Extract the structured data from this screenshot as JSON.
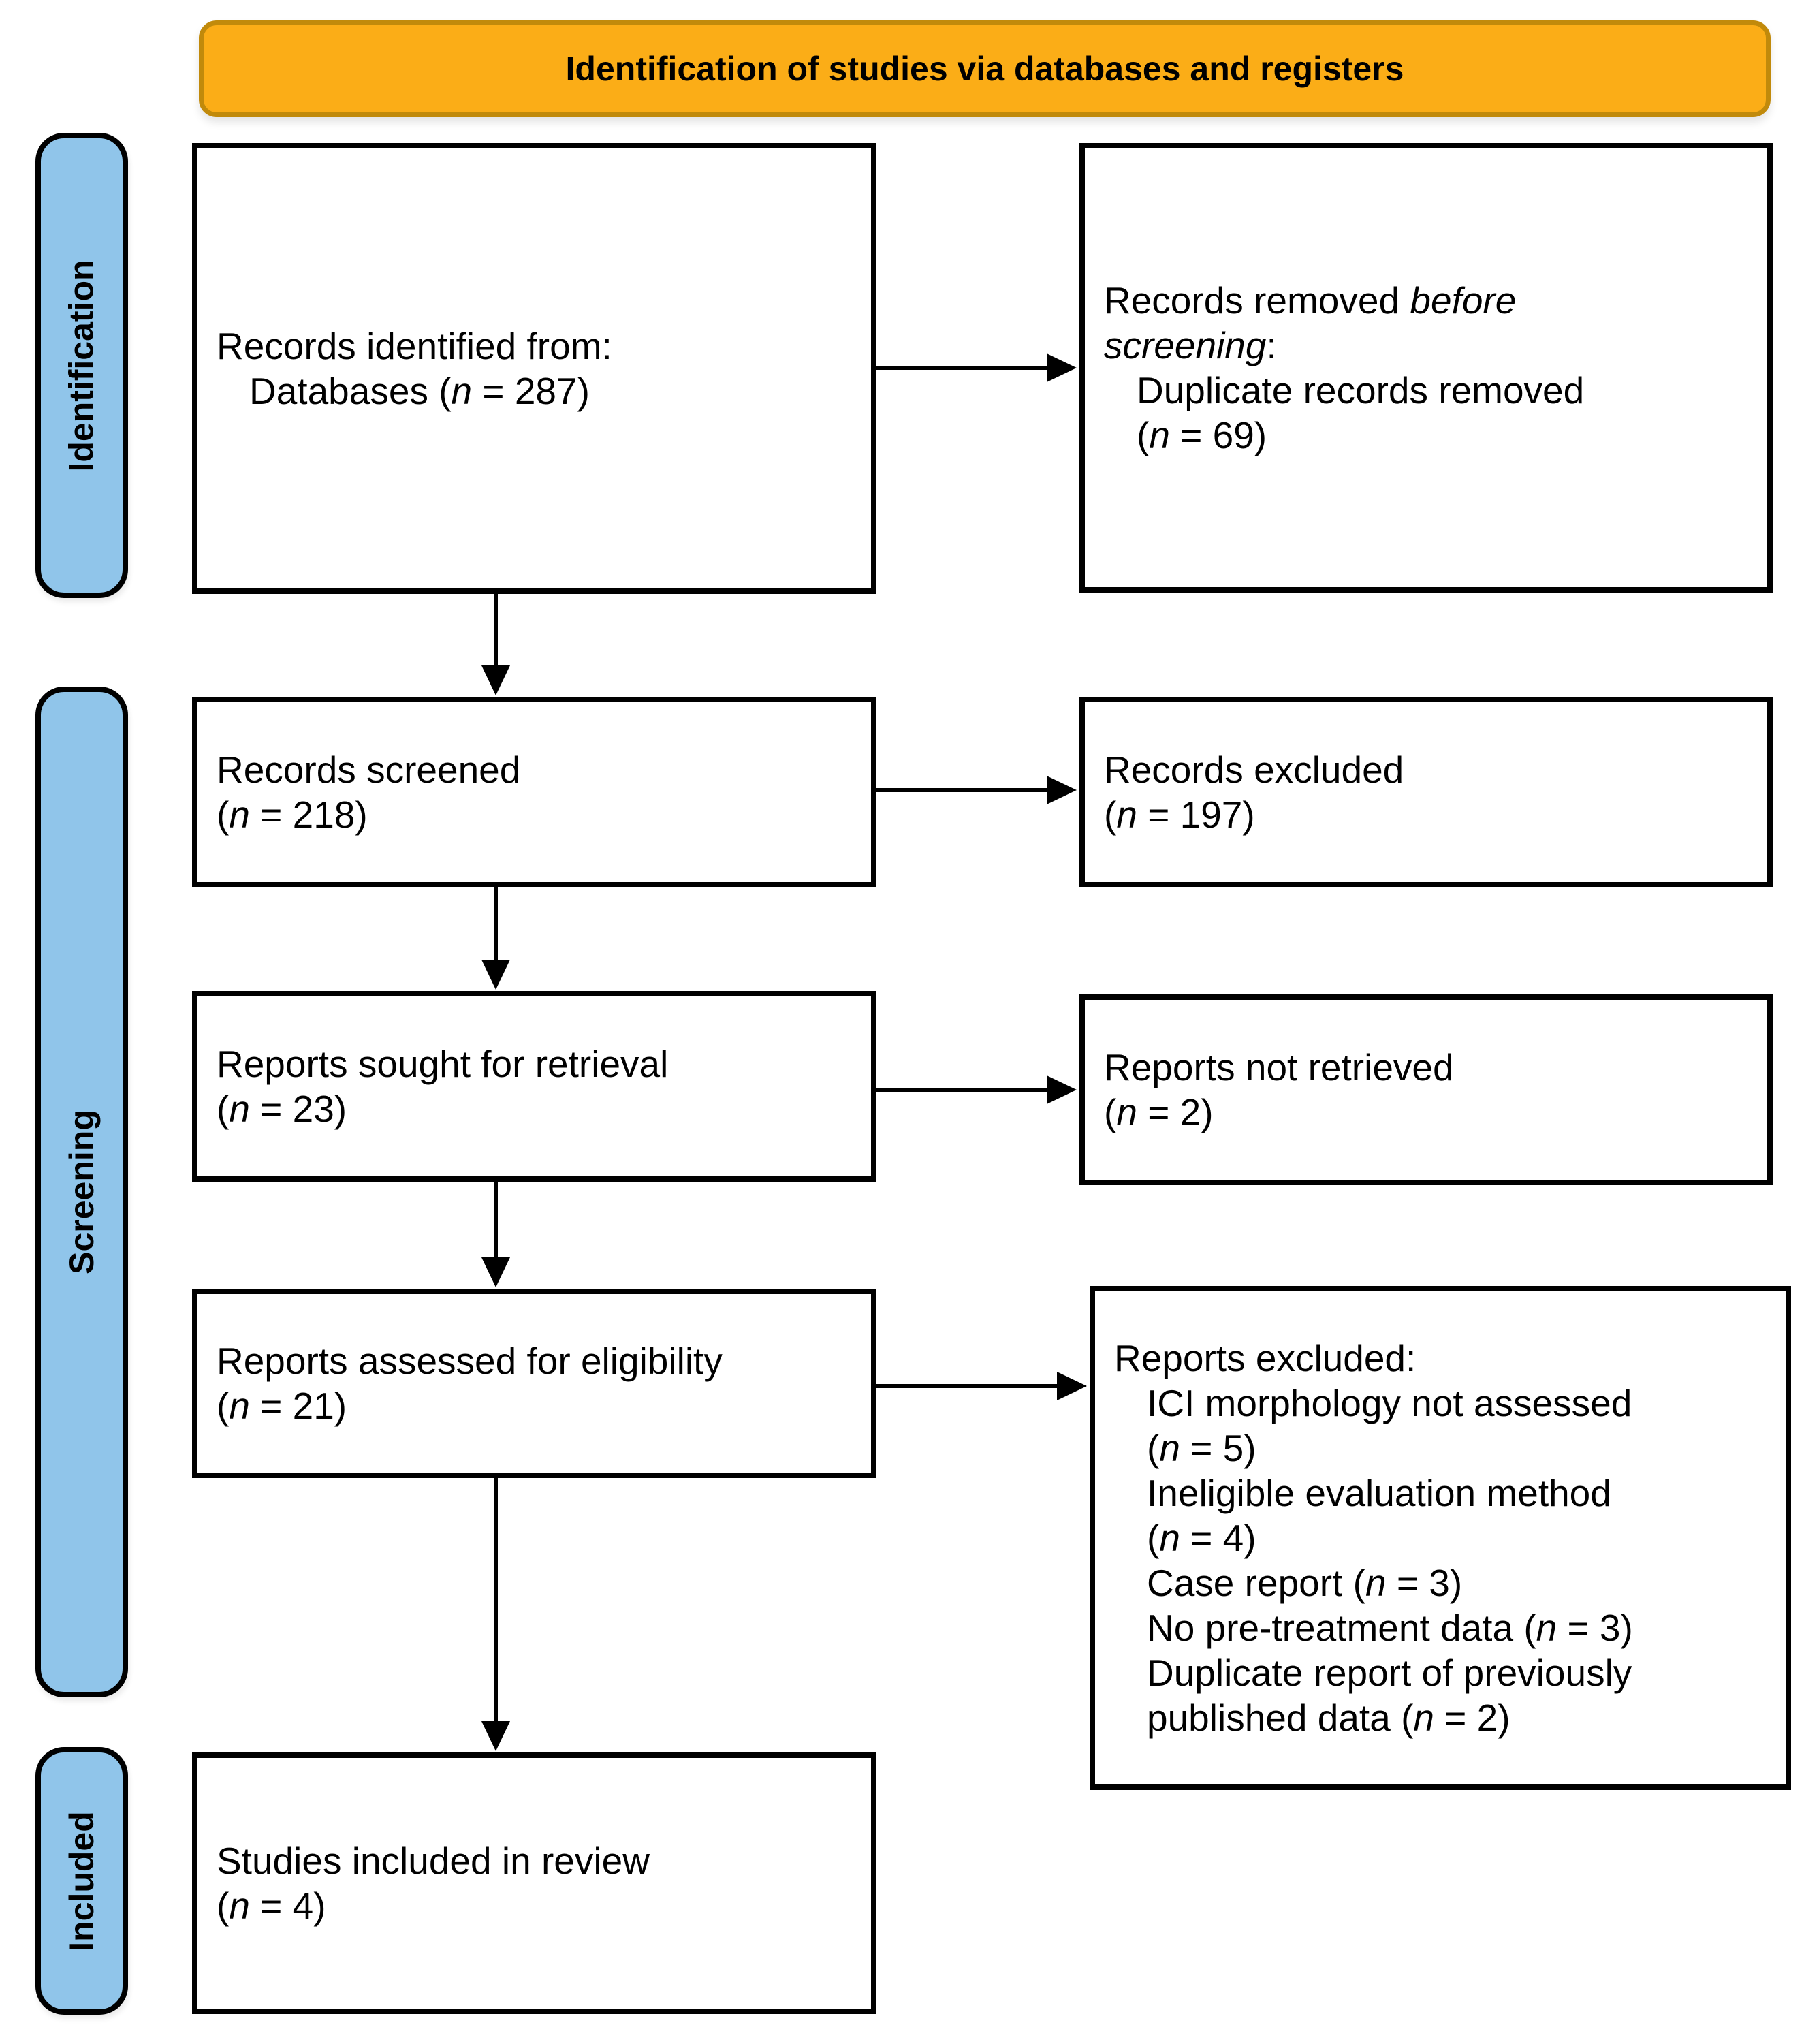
{
  "title": "Identification of studies via databases and registers",
  "sidebar": {
    "identification": "Identification",
    "screening": "Screening",
    "included": "Included"
  },
  "colors": {
    "header_fill": "#FBAD17",
    "header_border": "#C18A0B",
    "sidebar_fill": "#90C5EA",
    "box_border": "#000000",
    "arrow": "#000000",
    "background": "#FFFFFF"
  },
  "boxes": {
    "records_identified": {
      "lines": [
        {
          "indent": 0,
          "segs": [
            {
              "t": "Records identified from:"
            }
          ]
        },
        {
          "indent": 1,
          "segs": [
            {
              "t": "Databases ("
            },
            {
              "t": "n",
              "i": true
            },
            {
              "t": " = 287)"
            }
          ]
        }
      ]
    },
    "records_removed": {
      "lines": [
        {
          "indent": 0,
          "segs": [
            {
              "t": "Records removed "
            },
            {
              "t": "before",
              "i": true
            }
          ]
        },
        {
          "indent": 0,
          "segs": [
            {
              "t": "screening",
              "i": true
            },
            {
              "t": ":"
            }
          ]
        },
        {
          "indent": 1,
          "segs": [
            {
              "t": "Duplicate records removed"
            }
          ]
        },
        {
          "indent": 1,
          "segs": [
            {
              "t": "("
            },
            {
              "t": "n",
              "i": true
            },
            {
              "t": " = 69)"
            }
          ]
        }
      ]
    },
    "records_screened": {
      "lines": [
        {
          "indent": 0,
          "segs": [
            {
              "t": "Records screened"
            }
          ]
        },
        {
          "indent": 0,
          "segs": [
            {
              "t": "("
            },
            {
              "t": "n",
              "i": true
            },
            {
              "t": " = 218)"
            }
          ]
        }
      ]
    },
    "records_excluded": {
      "lines": [
        {
          "indent": 0,
          "segs": [
            {
              "t": "Records excluded"
            }
          ]
        },
        {
          "indent": 0,
          "segs": [
            {
              "t": "("
            },
            {
              "t": "n",
              "i": true
            },
            {
              "t": " = 197)"
            }
          ]
        }
      ]
    },
    "reports_sought": {
      "lines": [
        {
          "indent": 0,
          "segs": [
            {
              "t": "Reports sought for retrieval"
            }
          ]
        },
        {
          "indent": 0,
          "segs": [
            {
              "t": "("
            },
            {
              "t": "n",
              "i": true
            },
            {
              "t": " = 23)"
            }
          ]
        }
      ]
    },
    "reports_not_retrieved": {
      "lines": [
        {
          "indent": 0,
          "segs": [
            {
              "t": "Reports not retrieved"
            }
          ]
        },
        {
          "indent": 0,
          "segs": [
            {
              "t": "("
            },
            {
              "t": "n",
              "i": true
            },
            {
              "t": " = 2)"
            }
          ]
        }
      ]
    },
    "reports_assessed": {
      "lines": [
        {
          "indent": 0,
          "segs": [
            {
              "t": "Reports assessed for eligibility"
            }
          ]
        },
        {
          "indent": 0,
          "segs": [
            {
              "t": "("
            },
            {
              "t": "n",
              "i": true
            },
            {
              "t": " = 21)"
            }
          ]
        }
      ]
    },
    "reports_excluded": {
      "lines": [
        {
          "indent": 0,
          "segs": [
            {
              "t": "Reports excluded:"
            }
          ]
        },
        {
          "indent": 1,
          "segs": [
            {
              "t": "ICI morphology not assessed"
            }
          ]
        },
        {
          "indent": 1,
          "segs": [
            {
              "t": "("
            },
            {
              "t": "n",
              "i": true
            },
            {
              "t": " = 5)"
            }
          ]
        },
        {
          "indent": 1,
          "segs": [
            {
              "t": "Ineligible evaluation method"
            }
          ]
        },
        {
          "indent": 1,
          "segs": [
            {
              "t": "("
            },
            {
              "t": "n",
              "i": true
            },
            {
              "t": " = 4)"
            }
          ]
        },
        {
          "indent": 1,
          "segs": [
            {
              "t": "Case report ("
            },
            {
              "t": "n",
              "i": true
            },
            {
              "t": " = 3)"
            }
          ]
        },
        {
          "indent": 1,
          "segs": [
            {
              "t": "No pre-treatment data ("
            },
            {
              "t": "n",
              "i": true
            },
            {
              "t": " = 3)"
            }
          ]
        },
        {
          "indent": 1,
          "segs": [
            {
              "t": "Duplicate report of previously"
            }
          ]
        },
        {
          "indent": 1,
          "segs": [
            {
              "t": "published data ("
            },
            {
              "t": "n",
              "i": true
            },
            {
              "t": " = 2)"
            }
          ]
        }
      ]
    },
    "studies_included": {
      "lines": [
        {
          "indent": 0,
          "segs": [
            {
              "t": "Studies included in review"
            }
          ]
        },
        {
          "indent": 0,
          "segs": [
            {
              "t": "("
            },
            {
              "t": "n",
              "i": true
            },
            {
              "t": " = 4)"
            }
          ]
        }
      ]
    }
  }
}
